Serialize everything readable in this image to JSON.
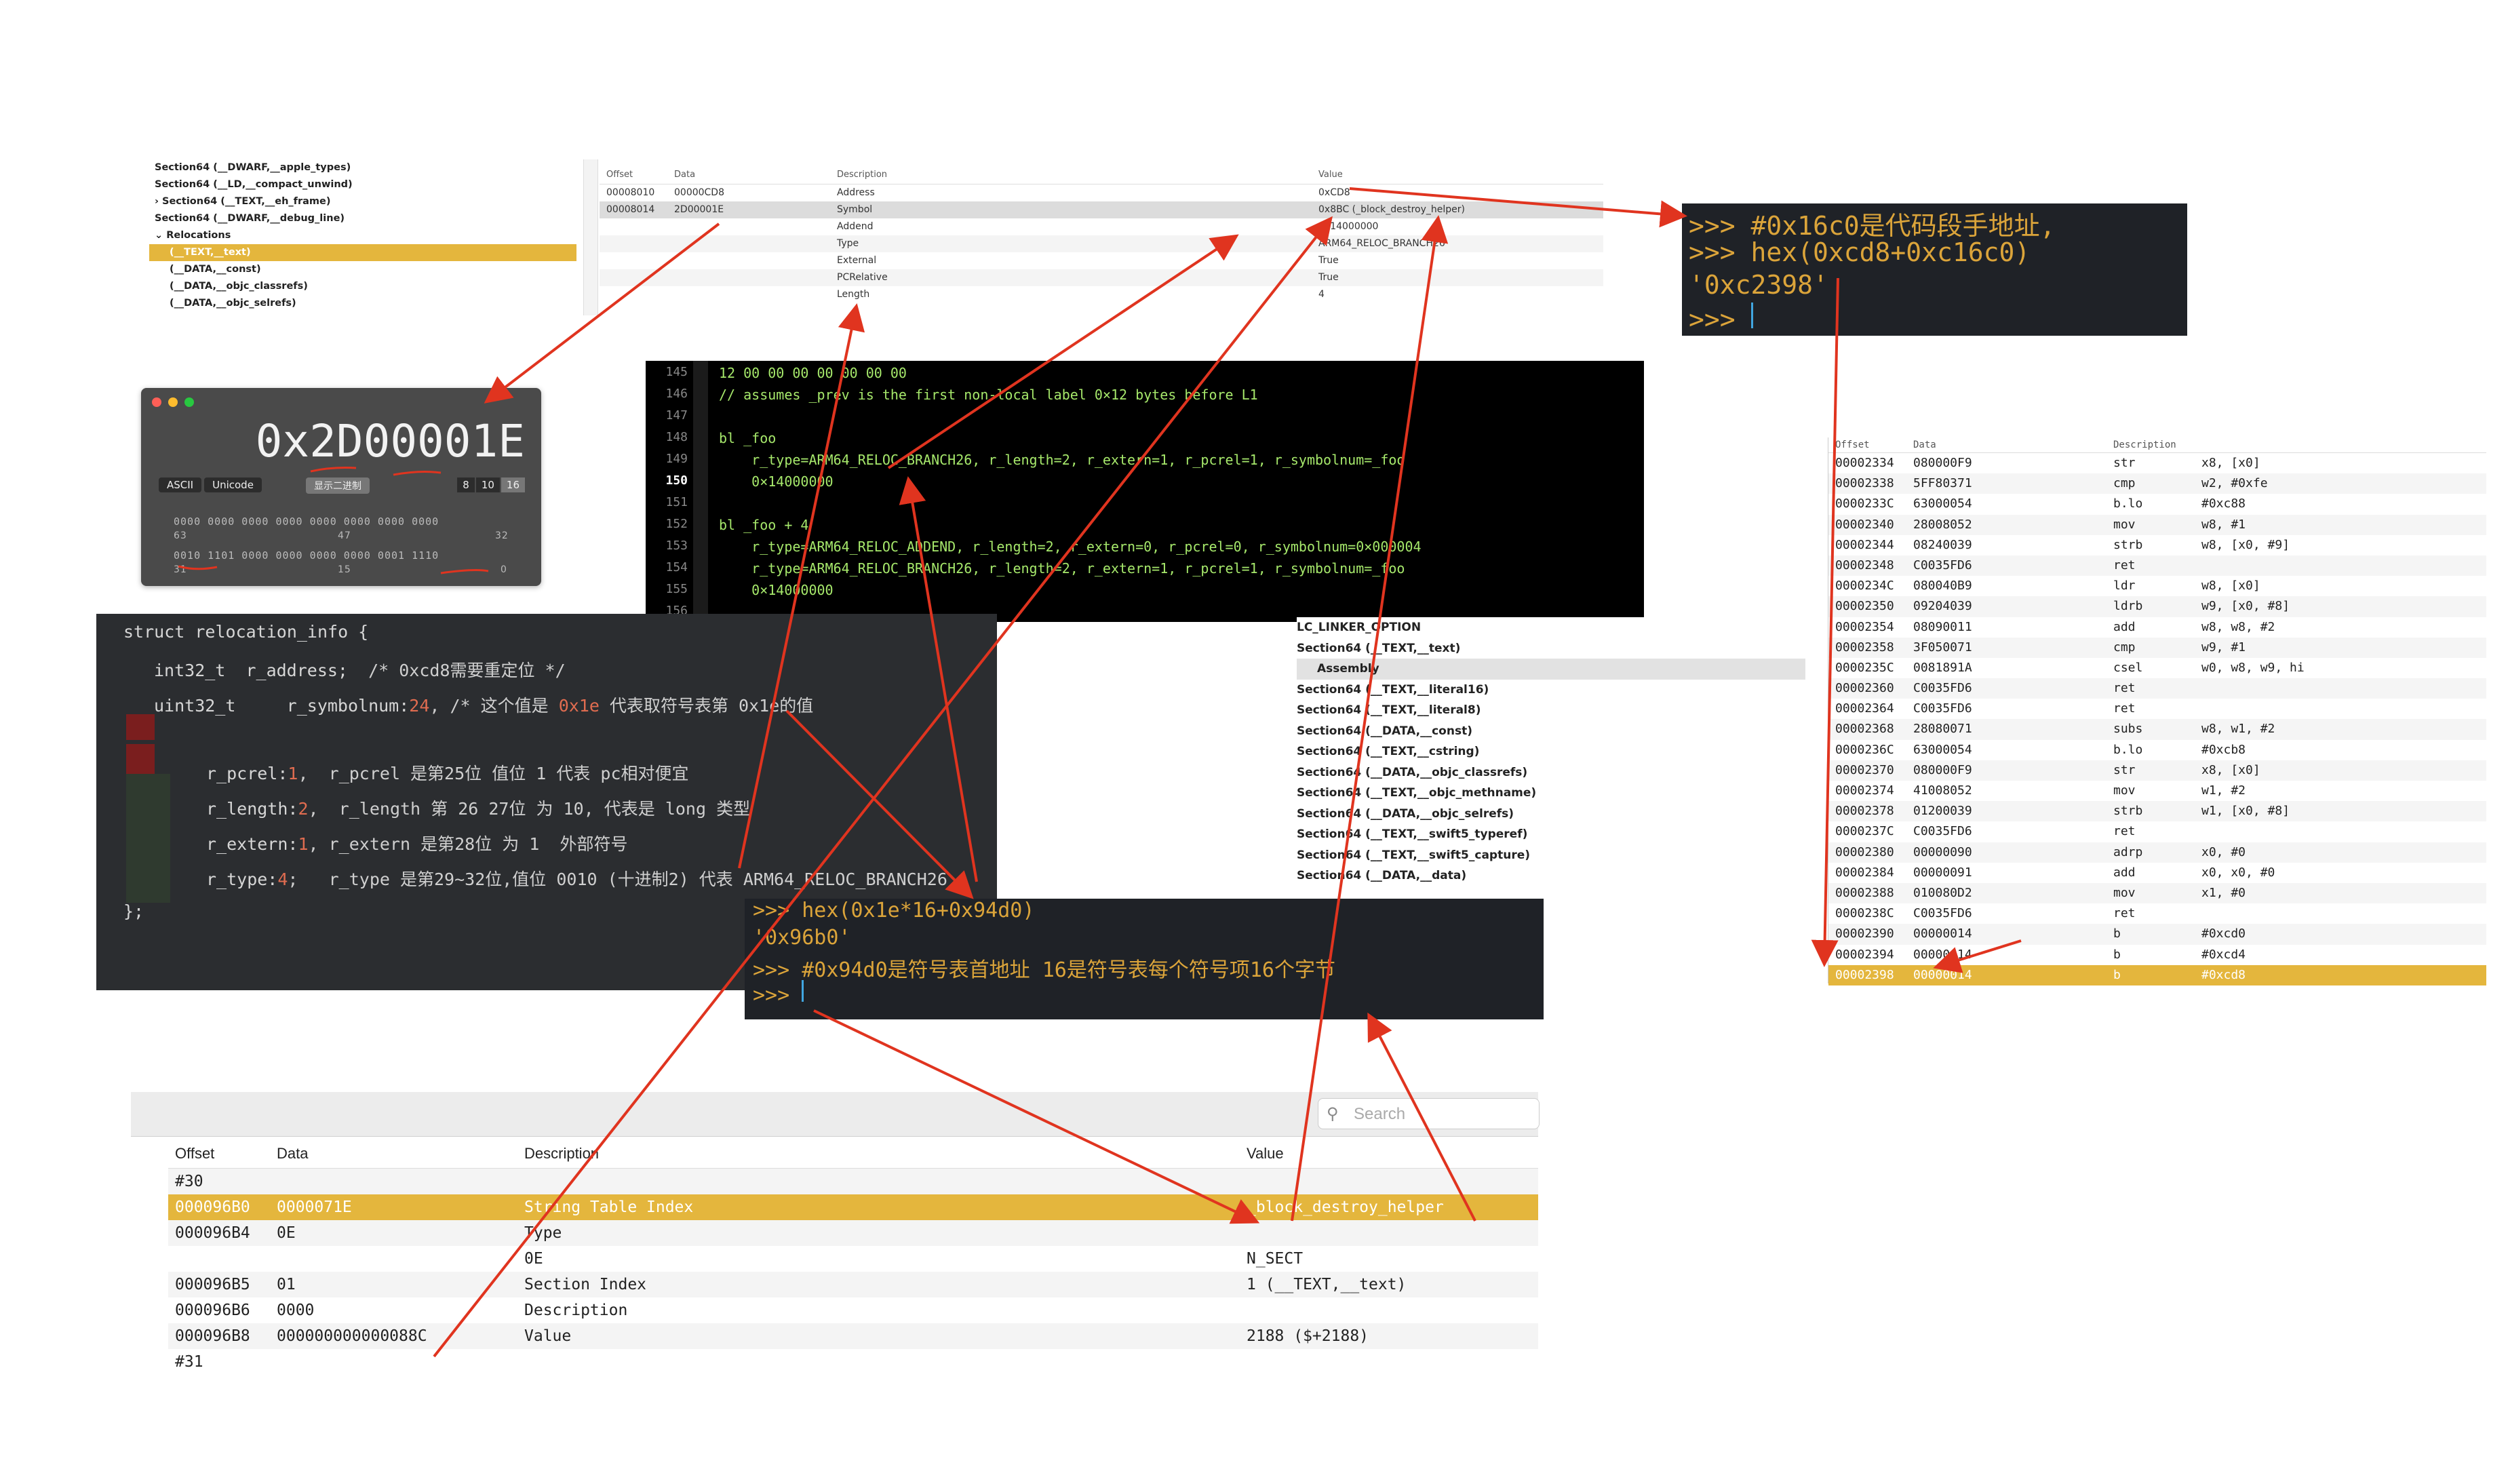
{
  "relocations_panel": {
    "tree": [
      {
        "label": "Section64 (__DWARF,__apple_types)",
        "selected": false
      },
      {
        "label": "Section64 (__LD,__compact_unwind)",
        "selected": false
      },
      {
        "label": "› Section64 (__TEXT,__eh_frame)",
        "selected": false
      },
      {
        "label": "Section64 (__DWARF,__debug_line)",
        "selected": false
      },
      {
        "label": "⌄ Relocations",
        "selected": false
      },
      {
        "label": "(__TEXT,__text)",
        "selected": true
      },
      {
        "label": "(__DATA,__const)",
        "selected": false
      },
      {
        "label": "(__DATA,__objc_classrefs)",
        "selected": false
      },
      {
        "label": "(__DATA,__objc_selrefs)",
        "selected": false
      }
    ],
    "columns": [
      "Offset",
      "Data",
      "Description",
      "Value"
    ],
    "rows": [
      {
        "offset": "00008010",
        "data": "00000CD8",
        "description": "Address",
        "value": "0xCD8"
      },
      {
        "offset": "00008014",
        "data": "2D00001E",
        "description": "Symbol",
        "value": "0x8BC (_block_destroy_helper)"
      },
      {
        "offset": "",
        "data": "",
        "description": "Addend",
        "value": "0x14000000"
      },
      {
        "offset": "",
        "data": "",
        "description": "Type",
        "value": "ARM64_RELOC_BRANCH26"
      },
      {
        "offset": "",
        "data": "",
        "description": "External",
        "value": "True"
      },
      {
        "offset": "",
        "data": "",
        "description": "PCRelative",
        "value": "True"
      },
      {
        "offset": "",
        "data": "",
        "description": "Length",
        "value": "4"
      }
    ]
  },
  "calculator": {
    "display": "0x2D00001E",
    "modes": [
      "ASCII",
      "Unicode"
    ],
    "middle_button": "显示二进制",
    "bases": [
      "8",
      "10",
      "16"
    ],
    "bit_rows": [
      {
        "bits": "0000 0000 0000 0000 0000 0000 0000 0000",
        "labels": [
          "63",
          "47",
          "32"
        ]
      },
      {
        "bits": "0010 1101 0000 0000 0000 0000 0001 1110",
        "labels": [
          "31",
          "15",
          "0"
        ]
      }
    ]
  },
  "asm_editor": {
    "lines": [
      {
        "n": "145",
        "code": "12 00 00 00 00 00 00 00"
      },
      {
        "n": "146",
        "code": "// assumes _prev is the first non-local label 0×12 bytes before L1"
      },
      {
        "n": "147",
        "code": ""
      },
      {
        "n": "148",
        "code": "bl _foo"
      },
      {
        "n": "149",
        "code": "    r_type=ARM64_RELOC_BRANCH26, r_length=2, r_extern=1, r_pcrel=1, r_symbolnum=_foo"
      },
      {
        "n": "150",
        "code": "    0×14000000"
      },
      {
        "n": "151",
        "code": ""
      },
      {
        "n": "152",
        "code": "bl _foo + 4"
      },
      {
        "n": "153",
        "code": "    r_type=ARM64_RELOC_ADDEND, r_length=2, r_extern=0, r_pcrel=0, r_symbolnum=0×000004"
      },
      {
        "n": "154",
        "code": "    r_type=ARM64_RELOC_BRANCH26, r_length=2, r_extern=1, r_pcrel=1, r_symbolnum=_foo"
      },
      {
        "n": "155",
        "code": "    0×14000000"
      },
      {
        "n": "156",
        "code": ""
      }
    ],
    "current_line": "150"
  },
  "c_struct": {
    "line1": "struct relocation_info {",
    "line2_decl": "int32_t  r_address;",
    "line2_cmt": "/* 0xcd8需要重定位 */",
    "line3_decl": "uint32_t     r_symbolnum:",
    "line3_num": "24",
    "line3_cmt_a": ", /* 这个值是 ",
    "line3_hex": "0x1e",
    "line3_cmt_b": " 代表取符号表第 0x1e的值",
    "line4_decl": "r_pcrel:",
    "line4_num": "1",
    "line4_cmt": ",  r_pcrel 是第25位 值位 1 代表 pc相对便宜",
    "line5_decl": "r_length:",
    "line5_num": "2",
    "line5_cmt": ",  r_length 第 26 27位 为 10, 代表是 long 类型",
    "line6_decl": "r_extern:",
    "line6_num": "1",
    "line6_cmt": ", r_extern 是第28位 为 1  外部符号",
    "line7_decl": "r_type:",
    "line7_num": "4",
    "line7_cmt": ";   r_type 是第29~32位,值位 0010 (十进制2) 代表 ARM64_RELOC_BRANCH26",
    "line8": "};"
  },
  "python_top": {
    "lines": [
      ">>> #0x16c0是代码段手地址,",
      ">>> hex(0xcd8+0xc16c0)",
      "'0xc2398'",
      ">>> "
    ]
  },
  "python_mid": {
    "lines": [
      ">>> hex(0x1e*16+0x94d0)",
      "'0x96b0'",
      ">>> #0x94d0是符号表首地址 16是符号表每个符号项16个字节",
      ">>> "
    ]
  },
  "sections_list": [
    {
      "label": "LC_LINKER_OPTION",
      "selected": false
    },
    {
      "label": "Section64 (__TEXT,__text)",
      "selected": false
    },
    {
      "label": "Assembly",
      "selected": true
    },
    {
      "label": "Section64 (__TEXT,__literal16)",
      "selected": false
    },
    {
      "label": "Section64 (__TEXT,__literal8)",
      "selected": false
    },
    {
      "label": "Section64 (__DATA,__const)",
      "selected": false
    },
    {
      "label": "Section64 (__TEXT,__cstring)",
      "selected": false
    },
    {
      "label": "Section64 (__DATA,__objc_classrefs)",
      "selected": false
    },
    {
      "label": "Section64 (__TEXT,__objc_methname)",
      "selected": false
    },
    {
      "label": "Section64 (__DATA,__objc_selrefs)",
      "selected": false
    },
    {
      "label": "Section64 (__TEXT,__swift5_typeref)",
      "selected": false
    },
    {
      "label": "Section64 (__TEXT,__swift5_capture)",
      "selected": false
    },
    {
      "label": "Section64 (__DATA,__data)",
      "selected": false
    }
  ],
  "disassembly": {
    "columns": [
      "Offset",
      "Data",
      "Description"
    ],
    "rows": [
      {
        "o": "00002334",
        "d": "080000F9",
        "m": "str",
        "a": "x8, [x0]"
      },
      {
        "o": "00002338",
        "d": "5FF80371",
        "m": "cmp",
        "a": "w2, #0xfe"
      },
      {
        "o": "0000233C",
        "d": "63000054",
        "m": "b.lo",
        "a": "#0xc88"
      },
      {
        "o": "00002340",
        "d": "28008052",
        "m": "mov",
        "a": "w8, #1"
      },
      {
        "o": "00002344",
        "d": "08240039",
        "m": "strb",
        "a": "w8, [x0, #9]"
      },
      {
        "o": "00002348",
        "d": "C0035FD6",
        "m": "ret",
        "a": ""
      },
      {
        "o": "0000234C",
        "d": "080040B9",
        "m": "ldr",
        "a": "w8, [x0]"
      },
      {
        "o": "00002350",
        "d": "09204039",
        "m": "ldrb",
        "a": "w9, [x0, #8]"
      },
      {
        "o": "00002354",
        "d": "08090011",
        "m": "add",
        "a": "w8, w8, #2"
      },
      {
        "o": "00002358",
        "d": "3F050071",
        "m": "cmp",
        "a": "w9, #1"
      },
      {
        "o": "0000235C",
        "d": "0081891A",
        "m": "csel",
        "a": "w0, w8, w9, hi"
      },
      {
        "o": "00002360",
        "d": "C0035FD6",
        "m": "ret",
        "a": ""
      },
      {
        "o": "00002364",
        "d": "C0035FD6",
        "m": "ret",
        "a": ""
      },
      {
        "o": "00002368",
        "d": "28080071",
        "m": "subs",
        "a": "w8, w1, #2"
      },
      {
        "o": "0000236C",
        "d": "63000054",
        "m": "b.lo",
        "a": "#0xcb8"
      },
      {
        "o": "00002370",
        "d": "080000F9",
        "m": "str",
        "a": "x8, [x0]"
      },
      {
        "o": "00002374",
        "d": "41008052",
        "m": "mov",
        "a": "w1, #2"
      },
      {
        "o": "00002378",
        "d": "01200039",
        "m": "strb",
        "a": "w1, [x0, #8]"
      },
      {
        "o": "0000237C",
        "d": "C0035FD6",
        "m": "ret",
        "a": ""
      },
      {
        "o": "00002380",
        "d": "00000090",
        "m": "adrp",
        "a": "x0, #0"
      },
      {
        "o": "00002384",
        "d": "00000091",
        "m": "add",
        "a": "x0, x0, #0"
      },
      {
        "o": "00002388",
        "d": "010080D2",
        "m": "mov",
        "a": "x1, #0"
      },
      {
        "o": "0000238C",
        "d": "C0035FD6",
        "m": "ret",
        "a": ""
      },
      {
        "o": "00002390",
        "d": "00000014",
        "m": "b",
        "a": "#0xcd0"
      },
      {
        "o": "00002394",
        "d": "00000014",
        "m": "b",
        "a": "#0xcd4"
      },
      {
        "o": "00002398",
        "d": "00000014",
        "m": "b",
        "a": "#0xcd8"
      }
    ],
    "selected_index": 25
  },
  "symbol_table": {
    "search_placeholder": "Search",
    "columns": [
      "Offset",
      "Data",
      "Description",
      "Value"
    ],
    "rows": [
      {
        "offset": "#30",
        "data": "",
        "description": "",
        "value": ""
      },
      {
        "offset": "000096B0",
        "data": "0000071E",
        "description": "String Table Index",
        "value": "_block_destroy_helper"
      },
      {
        "offset": "000096B4",
        "data": "0E",
        "description": "Type",
        "value": ""
      },
      {
        "offset": "",
        "data": "",
        "description": "0E",
        "value": "N_SECT"
      },
      {
        "offset": "000096B5",
        "data": "01",
        "description": "Section Index",
        "value": "1 (__TEXT,__text)"
      },
      {
        "offset": "000096B6",
        "data": "0000",
        "description": "Description",
        "value": ""
      },
      {
        "offset": "000096B8",
        "data": "000000000000088C",
        "description": "Value",
        "value": "2188 ($+2188)"
      },
      {
        "offset": "#31",
        "data": "",
        "description": "",
        "value": ""
      }
    ],
    "selected_index": 1
  },
  "colors": {
    "accent": "#e4b63d",
    "arrow": "#e0341f",
    "terminal_text": "#dba43a",
    "asm_green": "#a6e86b"
  }
}
